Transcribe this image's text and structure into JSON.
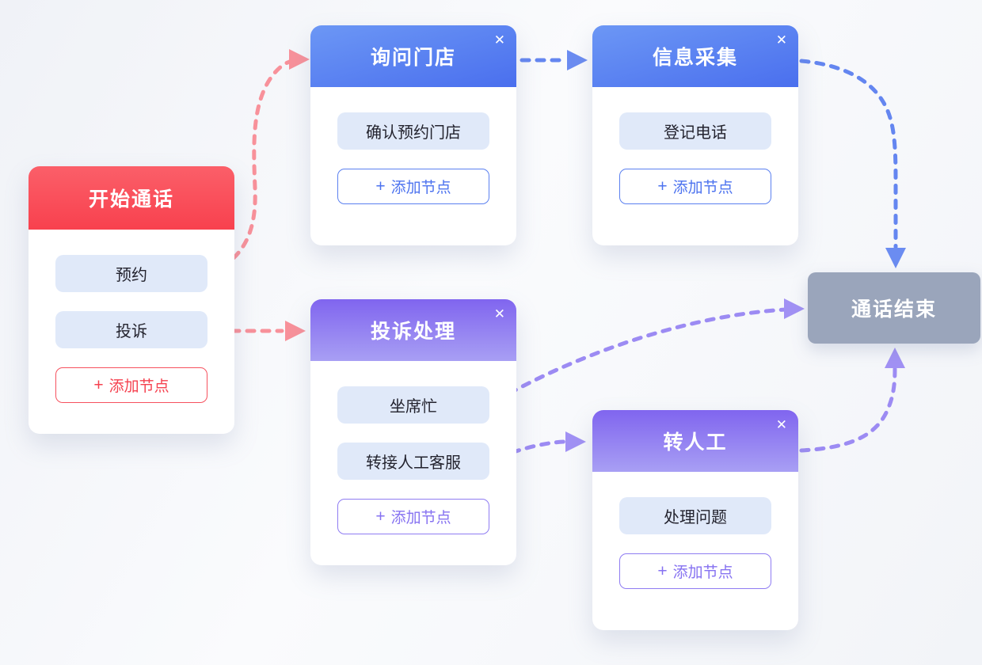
{
  "icons": {
    "plus": "+",
    "close": "✕"
  },
  "colors": {
    "red_accent": "#F5414F",
    "blue_accent": "#4D73EF",
    "purple_accent": "#8672F1",
    "edge_red": "#F8919A",
    "edge_blue": "#6486F0",
    "edge_purple": "#9C8BF3",
    "end_node_bg": "#9AA5BB",
    "item_bg": "#E0E9F9"
  },
  "nodes": [
    {
      "id": "start",
      "title": "开始通话",
      "theme": "red",
      "closable": false,
      "items": [
        {
          "label": "预约"
        },
        {
          "label": "投诉"
        }
      ],
      "add_button": "添加节点"
    },
    {
      "id": "ask",
      "title": "询问门店",
      "theme": "blue",
      "closable": true,
      "items": [
        {
          "label": "确认预约门店"
        }
      ],
      "add_button": "添加节点"
    },
    {
      "id": "info",
      "title": "信息采集",
      "theme": "blue",
      "closable": true,
      "items": [
        {
          "label": "登记电话"
        }
      ],
      "add_button": "添加节点"
    },
    {
      "id": "complain",
      "title": "投诉处理",
      "theme": "purple",
      "closable": true,
      "items": [
        {
          "label": "坐席忙"
        },
        {
          "label": "转接人工客服"
        }
      ],
      "add_button": "添加节点"
    },
    {
      "id": "transfer",
      "title": "转人工",
      "theme": "purple",
      "closable": true,
      "items": [
        {
          "label": "处理问题"
        }
      ],
      "add_button": "添加节点"
    }
  ],
  "end_node": {
    "title": "通话结束"
  },
  "edges": [
    {
      "from": "开始通话.预约",
      "to": "询问门店",
      "color": "#F8919A"
    },
    {
      "from": "开始通话.投诉",
      "to": "投诉处理",
      "color": "#F8919A"
    },
    {
      "from": "询问门店",
      "to": "信息采集",
      "color": "#6486F0"
    },
    {
      "from": "信息采集",
      "to": "通话结束",
      "color": "#6486F0"
    },
    {
      "from": "投诉处理.坐席忙",
      "to": "通话结束",
      "color": "#9C8BF3"
    },
    {
      "from": "投诉处理.转接人工客服",
      "to": "转人工",
      "color": "#9C8BF3"
    },
    {
      "from": "转人工",
      "to": "通话结束",
      "color": "#9C8BF3"
    }
  ]
}
